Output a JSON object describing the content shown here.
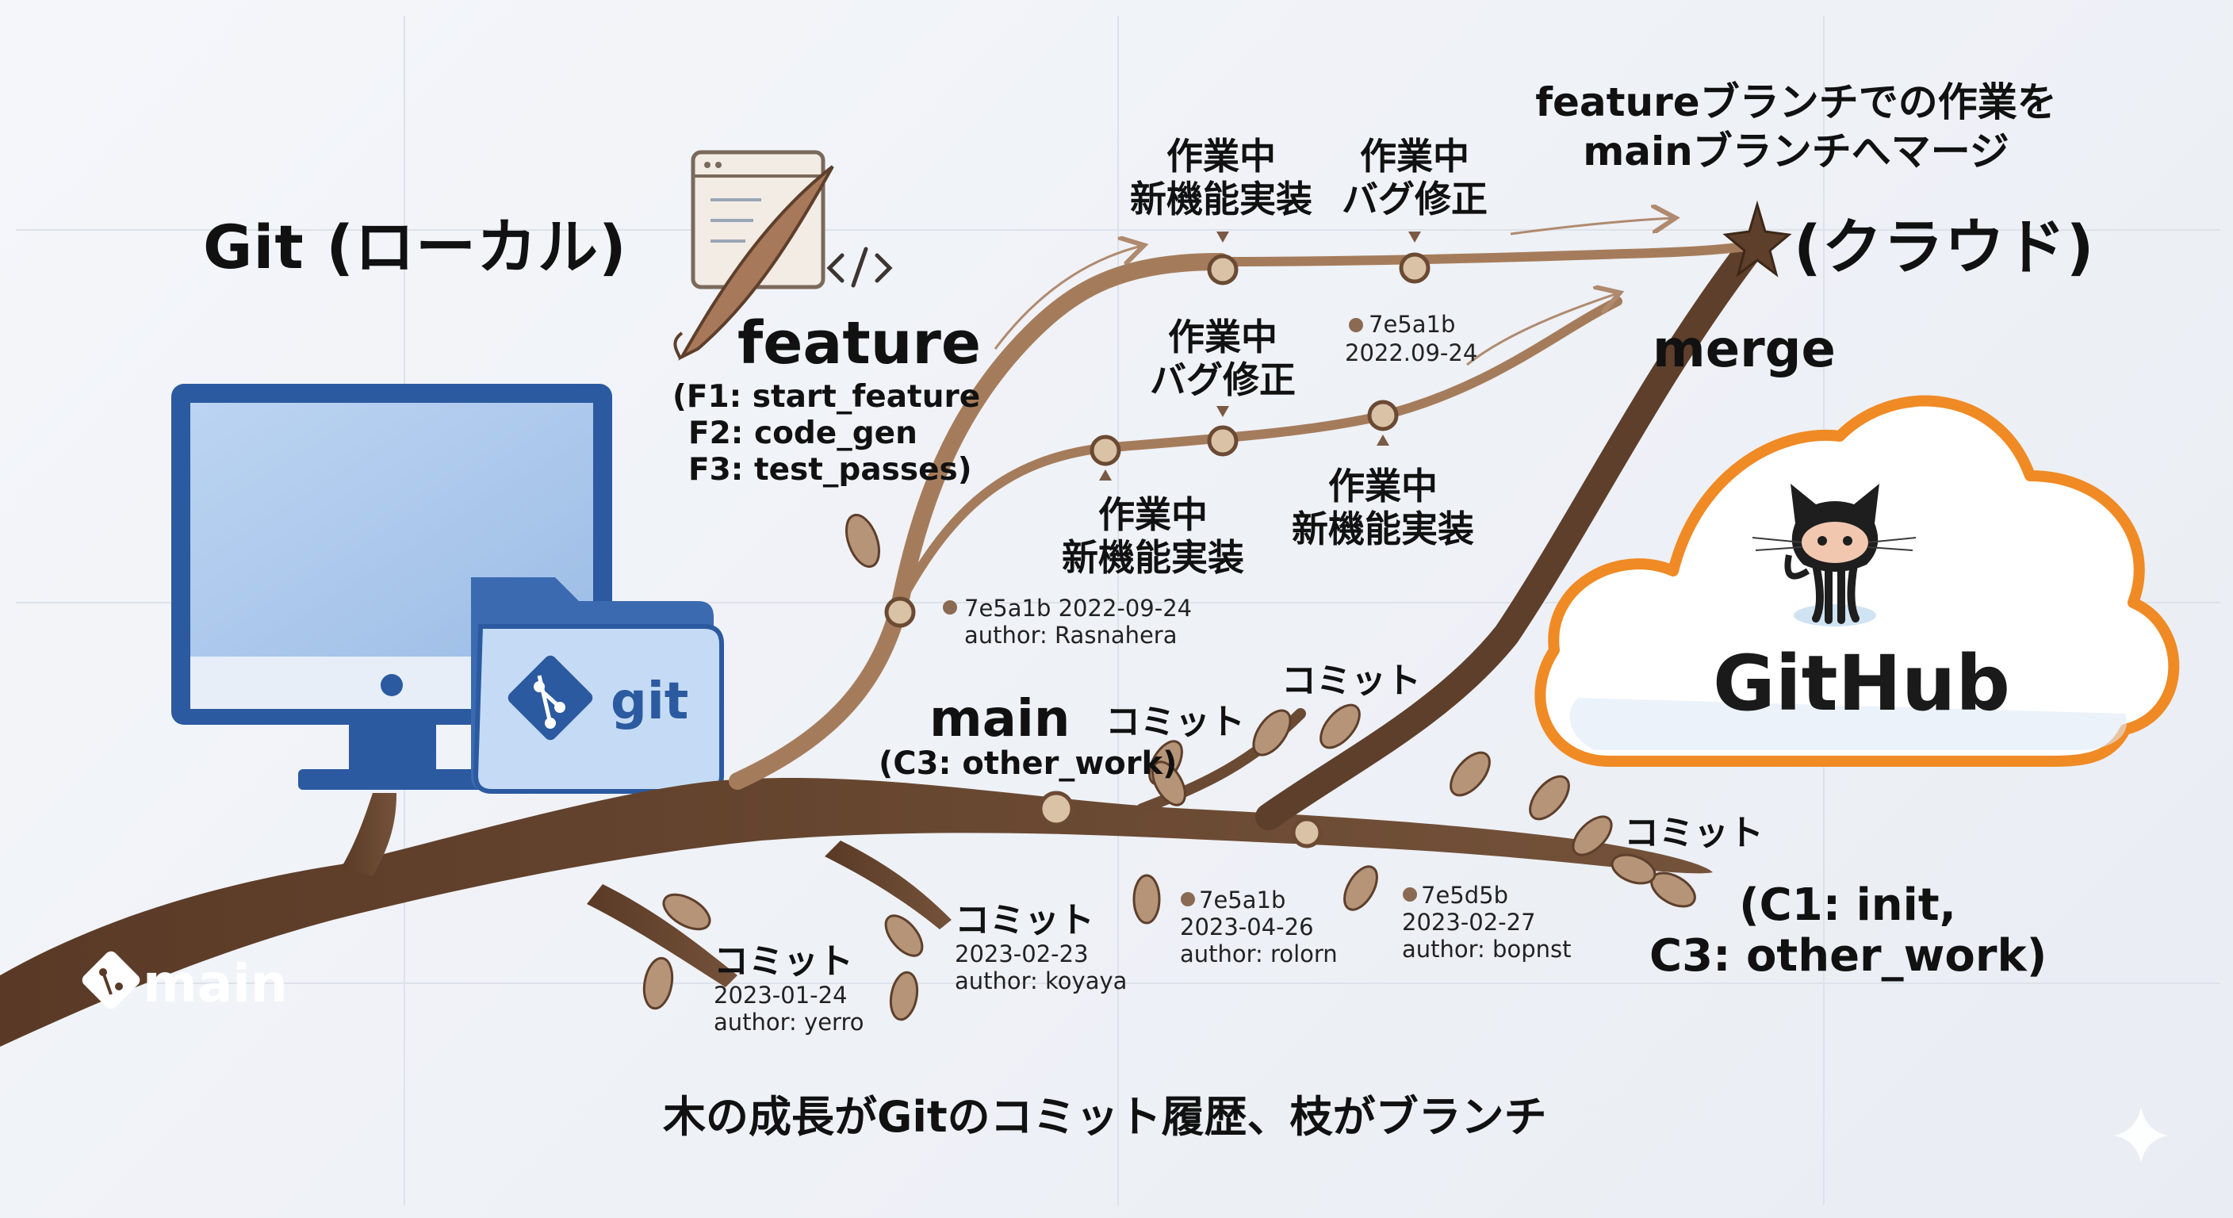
{
  "headings": {
    "git_local": "Git (ローカル)",
    "cloud": "(クラウド)",
    "merge_note_line1": "featureブランチでの作業を",
    "merge_note_line2": "mainブランチへマージ",
    "merge": "merge",
    "caption": "木の成長がGitのコミット履歴、枝がブランチ"
  },
  "feature": {
    "title": "feature",
    "commits": [
      "(F1: start_feature",
      "F2: code_gen",
      "F3: test_passes)"
    ]
  },
  "upper_branch": {
    "node_a_label": [
      "作業中",
      "新機能実装"
    ],
    "node_b_label": [
      "作業中",
      "バグ修正"
    ],
    "hash": "7e5a1b",
    "date": "2022.09-24"
  },
  "lower_branch": {
    "node_top_label": [
      "作業中",
      "バグ修正"
    ],
    "node_left_label": [
      "作業中",
      "新機能実装"
    ],
    "node_right_label": [
      "作業中",
      "新機能実装"
    ]
  },
  "branch_point": {
    "hash": "7e5a1b",
    "date": "2022-09-24",
    "author": "author: Rasnahera"
  },
  "main_label": {
    "title": "main",
    "sub": "(C3: other_work)"
  },
  "commits": [
    {
      "label": "コミット",
      "date": "2023-01-24",
      "author": "author: yerro"
    },
    {
      "label": "コミット",
      "date": "2023-02-23",
      "author": "author: koyaya"
    },
    {
      "hash": "7e5a1b",
      "date": "2023-04-26",
      "author": "author: rolorn"
    },
    {
      "hash": "7e5d5b",
      "date": "2023-02-27",
      "author": "author: bopnst"
    }
  ],
  "commit_labels": {
    "a": "コミット",
    "b": "コミット",
    "c": "コミット"
  },
  "github_side": {
    "commits_line1": "(C1: init,",
    "commits_line2": "C3: other_work)",
    "logo_text": "GitHub"
  },
  "git_folder_text": "git",
  "trunk_label": "main",
  "icons": [
    "desktop-computer-icon",
    "git-folder-icon",
    "quill-editor-icon",
    "code-brackets-icon",
    "github-octocat-icon",
    "cloud-icon",
    "merge-star-icon"
  ],
  "colors": {
    "branch_brown": "#6b4a33",
    "feature_branch": "#a57c5b",
    "cloud_border": "#f08a24",
    "monitor_blue": "#2b5aa0",
    "screen_blue": "#a9c6ec"
  }
}
